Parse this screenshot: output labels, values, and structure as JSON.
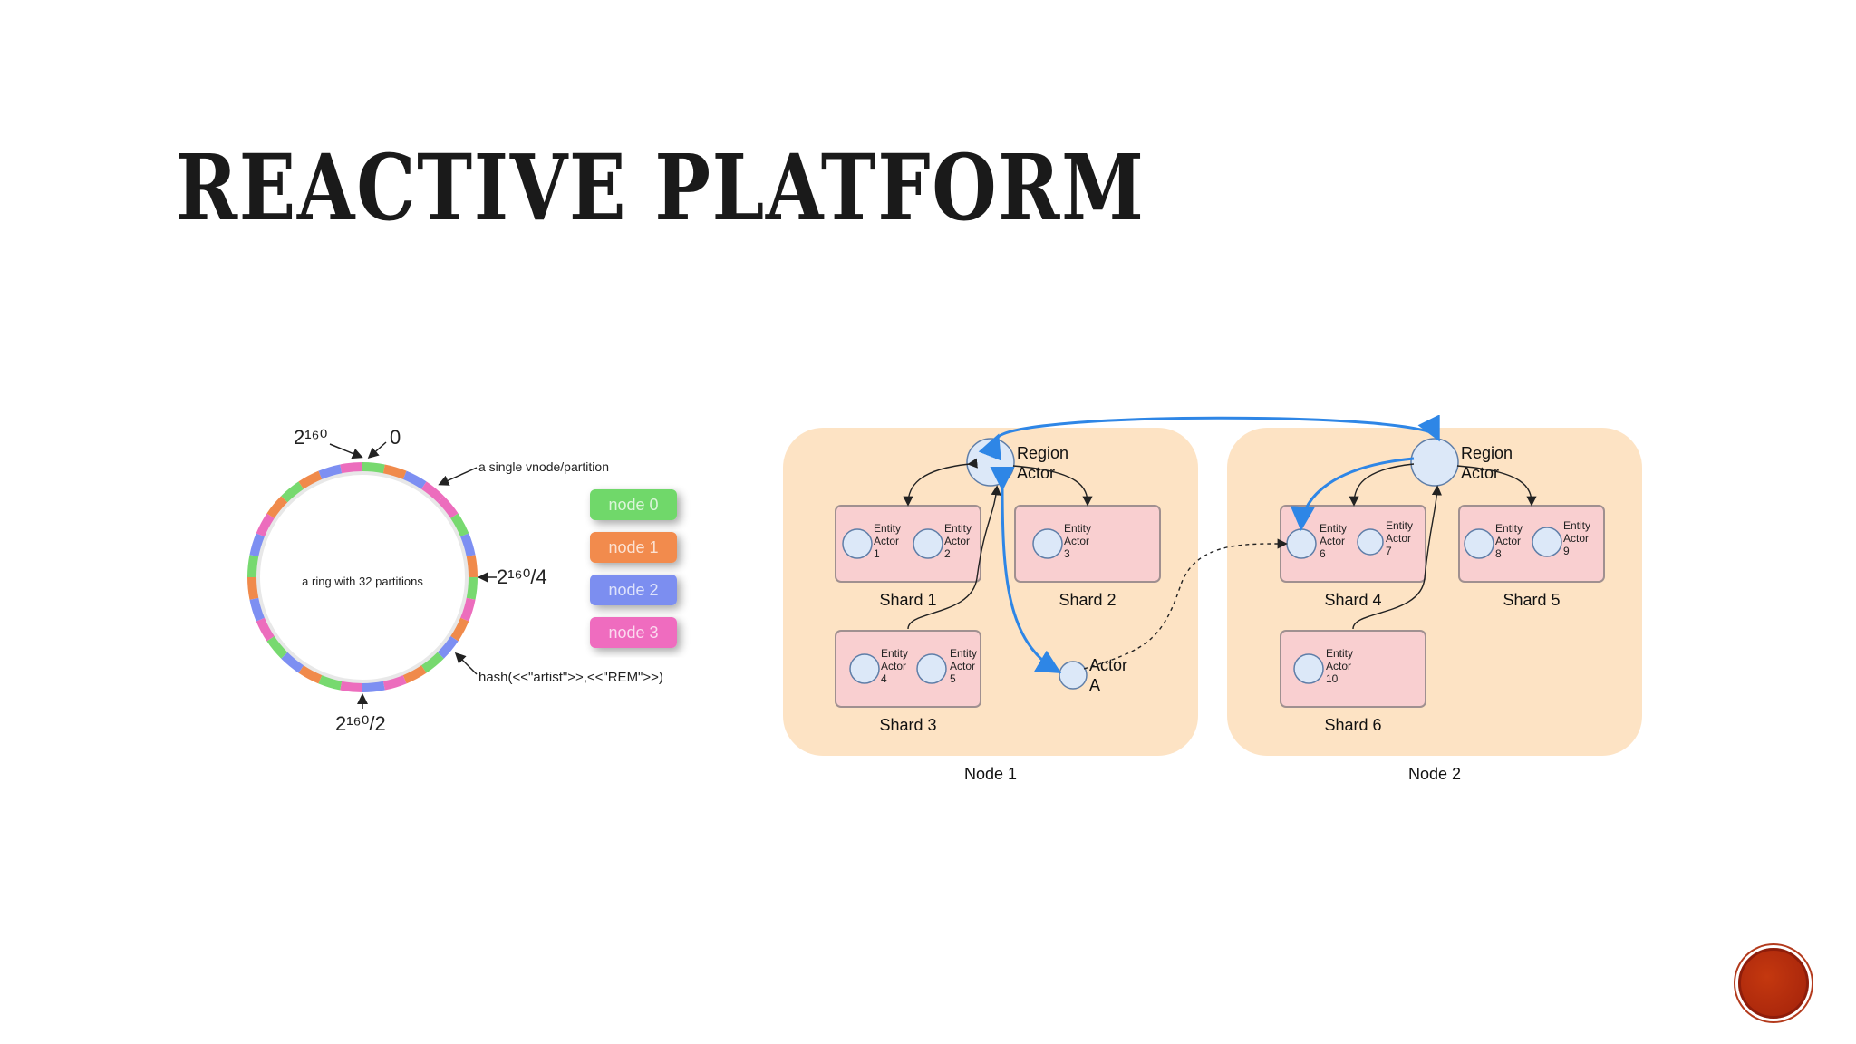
{
  "slide": {
    "title": "REACTIVE PLATFORM"
  },
  "ring": {
    "label_top_left": "2¹⁶⁰",
    "label_zero": "0",
    "label_vnode": "a single vnode/partition",
    "center_text": "a ring with 32 partitions",
    "label_right": "2¹⁶⁰/4",
    "label_hash": "hash(<<\"artist\">>,<<\"REM\">>)",
    "label_bottom": "2¹⁶⁰/2",
    "partition_colors": [
      "#77d96f",
      "#f08a4b",
      "#7d8ff2",
      "#ec6dbd"
    ],
    "legend": [
      {
        "label": "node 0",
        "color": "#6fd86a"
      },
      {
        "label": "node 1",
        "color": "#f28b4d"
      },
      {
        "label": "node 2",
        "color": "#7c8ef0"
      },
      {
        "label": "node 3",
        "color": "#ef6cbf"
      }
    ]
  },
  "cluster": {
    "colors": {
      "node_bg": "#fde3c4",
      "shard_bg": "#f9cfd0",
      "shard_border": "#a09090",
      "actor_fill": "#dce8f8",
      "actor_stroke": "#5f7ea8",
      "blue_arrow": "#2e86e6"
    },
    "nodes": [
      {
        "label": "Node 1",
        "region_label": [
          "Region",
          "Actor"
        ]
      },
      {
        "label": "Node 2",
        "region_label": [
          "Region",
          "Actor"
        ]
      }
    ],
    "shards": [
      {
        "label": "Shard 1",
        "entities": [
          [
            "Entity",
            "Actor",
            "1"
          ],
          [
            "Entity",
            "Actor",
            "2"
          ]
        ]
      },
      {
        "label": "Shard 2",
        "entities": [
          [
            "Entity",
            "Actor",
            "3"
          ]
        ]
      },
      {
        "label": "Shard 3",
        "entities": [
          [
            "Entity",
            "Actor",
            "4"
          ],
          [
            "Entity",
            "Actor",
            "5"
          ]
        ]
      },
      {
        "label": "Shard 4",
        "entities": [
          [
            "Entity",
            "Actor",
            "6"
          ],
          [
            "Entity",
            "Actor",
            "7"
          ]
        ]
      },
      {
        "label": "Shard 5",
        "entities": [
          [
            "Entity",
            "Actor",
            "8"
          ],
          [
            "Entity",
            "Actor",
            "9"
          ]
        ]
      },
      {
        "label": "Shard 6",
        "entities": [
          [
            "Entity",
            "Actor",
            "10"
          ]
        ]
      }
    ],
    "actor_a": [
      "Actor",
      "A"
    ]
  }
}
